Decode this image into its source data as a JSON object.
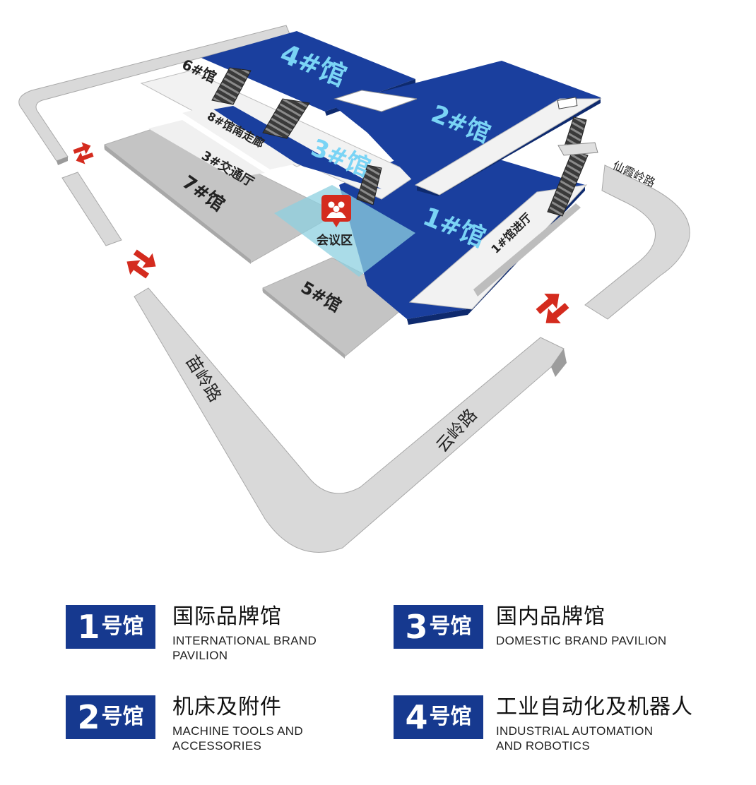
{
  "map": {
    "halls": {
      "h4": "4#馆",
      "h6": "6#馆",
      "h2": "2#馆",
      "h3": "3#馆",
      "h1": "1#馆",
      "h7": "7#馆",
      "h5": "5#馆"
    },
    "areas": {
      "corridor_8": "8#馆南走廊",
      "transport_hall_3": "3#交通厅",
      "hall1_lobby": "1#馆进厅",
      "meeting_area": "会议区"
    },
    "roads": {
      "miaoling": "苗岭路",
      "yunling": "云岭路",
      "xianxialing": "仙霞岭路"
    },
    "colors": {
      "hall_blue": "#1a3f9e",
      "floor_white": "#f2f2f2",
      "annex_gray": "#c4c4c4",
      "road_gray": "#d9d9d9",
      "accent_red": "#d42b1e",
      "meeting_cyan": "#8ed0e0",
      "hall_label_blue": "#7ad4f5"
    },
    "icons": {
      "meeting": "meeting-people-icon",
      "entrance": "two-way-arrows-icon",
      "escalator": "escalator-icon"
    }
  },
  "legend": [
    {
      "num": "1",
      "suffix": "号馆",
      "cn": "国际品牌馆",
      "en_line1": "INTERNATIONAL BRAND",
      "en_line2": "PAVILION"
    },
    {
      "num": "3",
      "suffix": "号馆",
      "cn": "国内品牌馆",
      "en_line1": "DOMESTIC BRAND PAVILION",
      "en_line2": ""
    },
    {
      "num": "2",
      "suffix": "号馆",
      "cn": "机床及附件",
      "en_line1": "MACHINE TOOLS AND",
      "en_line2": "ACCESSORIES"
    },
    {
      "num": "4",
      "suffix": "号馆",
      "cn": "工业自动化及机器人",
      "en_line1": "INDUSTRIAL AUTOMATION",
      "en_line2": "AND ROBOTICS"
    }
  ]
}
